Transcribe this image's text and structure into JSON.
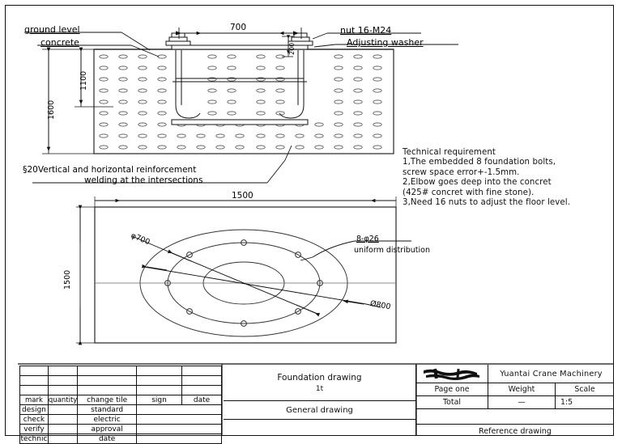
{
  "drawing": {
    "title": "Foundation drawing",
    "subtitle": "1t",
    "general": "General drawing",
    "reference": "Reference drawing"
  },
  "elevation": {
    "labels": {
      "ground_level": "ground level",
      "concrete": "concrete",
      "nut": "nut 16-M24",
      "washer": "Adjusting washer",
      "rebar_note_line1": "20Vertical and horizontal reinforcement",
      "rebar_note_line2": "welding at the intersections",
      "rebar_symbol": "§"
    },
    "dimensions": {
      "top_span": "700",
      "height_total": "1600",
      "height_inner": "1100",
      "bolt_projection": "200"
    }
  },
  "plan": {
    "dimensions": {
      "width": "1500",
      "height": "1500",
      "bolt_circle": "φ700",
      "outer_circle": "Ø800"
    },
    "callout_line1": "8-φ26",
    "callout_line2": "uniform distribution"
  },
  "technical_requirement": {
    "heading": "Technical requirement",
    "lines": [
      "1,The embedded 8 foundation bolts,",
      "screw space error+-1.5mm.",
      "2,Elbow goes deep into the concret",
      "(425# concret with fine stone).",
      "3,Need 16 nuts to adjust the floor level."
    ]
  },
  "revision_table": {
    "headers": [
      "mark",
      "quantity",
      "change tile",
      "sign",
      "date"
    ],
    "rows": [
      [
        "design",
        "",
        "standard",
        ""
      ],
      [
        "check",
        "",
        "electric",
        ""
      ],
      [
        "verify",
        "",
        "approval",
        ""
      ],
      [
        "technic",
        "",
        "date",
        ""
      ]
    ]
  },
  "title_block": {
    "company": "Yuantai Crane Machinery",
    "logo_text": "Yuantai",
    "headers": [
      "Page one",
      "Weight",
      "Scale"
    ],
    "values": [
      "Total",
      "—",
      "1:5"
    ]
  },
  "colors": {
    "ink": "#111111",
    "line": "#333333",
    "hatch": "#555555",
    "paper": "#ffffff"
  }
}
